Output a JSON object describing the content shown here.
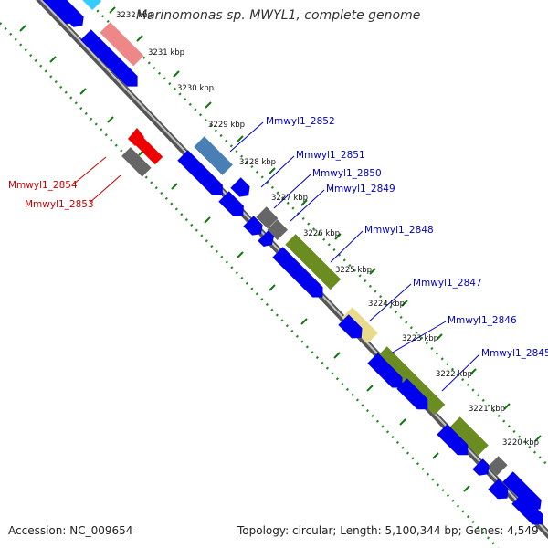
{
  "title": "Marinomonas sp. MWYL1, complete genome",
  "footer": {
    "accession": "Accession: NC_009654",
    "summary": "Topology: circular; Length: 5,100,344 bp; Genes: 4,549"
  },
  "colors": {
    "backbone_outer": "#555555",
    "backbone_inner": "#bbbbbb",
    "gene_forward_default": "#0000ee",
    "gene_reverse_default": "#0000ee",
    "gene_cyan": "#33ccff",
    "gene_pink": "#ee8888",
    "gene_steelblue": "#4a7fb5",
    "gene_gray": "#666666",
    "gene_olive": "#6b8c21",
    "gene_khaki": "#e8dc8c",
    "gene_red": "#ee0000",
    "dots_green": "#228822",
    "ticks_green": "#117711",
    "label_blue": "#0000cc",
    "label_red": "#cc0000"
  },
  "scale_labels": [
    "3232 kbp",
    "3231 kbp",
    "3230 kbp",
    "3229 kbp",
    "3228 kbp",
    "3227 kbp",
    "3226 kbp",
    "3225 kbp",
    "3224 kbp",
    "3223 kbp",
    "3222 kbp",
    "3221 kbp",
    "3220 kbp"
  ],
  "gene_labels_right": [
    "Mmwyl1_2852",
    "Mmwyl1_2851",
    "Mmwyl1_2850",
    "Mmwyl1_2849",
    "Mmwyl1_2848",
    "Mmwyl1_2847",
    "Mmwyl1_2846",
    "Mmwyl1_2845"
  ],
  "gene_labels_left": [
    "Mmwyl1_2854",
    "Mmwyl1_2853"
  ]
}
